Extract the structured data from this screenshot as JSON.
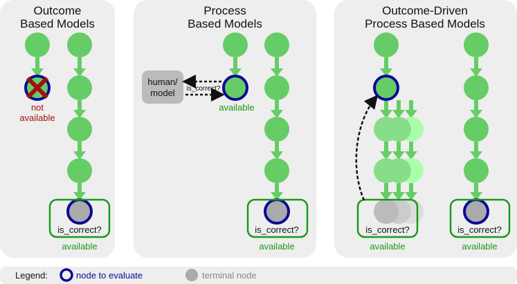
{
  "panels": [
    {
      "title_line1": "Outcome",
      "title_line2": "Based Models",
      "crossed_label_line1": "not",
      "crossed_label_line2": "available",
      "terminal_label": "is_correct?",
      "terminal_status": "available"
    },
    {
      "title_line1": "Process",
      "title_line2": "Based Models",
      "evaluator_line1": "human/",
      "evaluator_line2": "model",
      "query_label": "is_correct?",
      "eval_status": "available",
      "terminal_label": "is_correct?",
      "terminal_status": "available"
    },
    {
      "title_line1": "Outcome-Driven",
      "title_line2": "Process Based Models",
      "terminal_label": "is_correct?",
      "terminal_status": "available",
      "right_terminal_label": "is_correct?",
      "right_terminal_status": "available"
    }
  ],
  "legend": {
    "title": "Legend:",
    "evaluate_label": "node to evaluate",
    "terminal_label": "terminal node"
  },
  "colors": {
    "node": "#66cc66",
    "evaluate_ring": "#0a0a96",
    "terminal": "#aaaaaa",
    "available": "#1a9a1a",
    "not_available": "#a01010"
  }
}
